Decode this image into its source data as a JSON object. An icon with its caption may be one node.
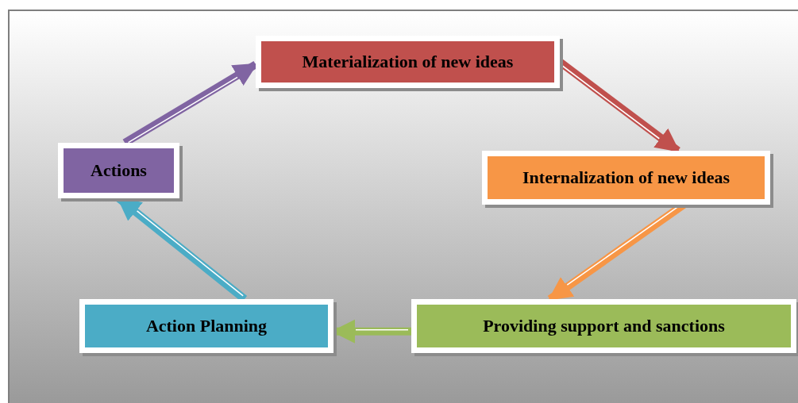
{
  "diagram": {
    "nodes": [
      {
        "text": [
          "Materialization of new ideas"
        ]
      },
      {
        "text": [
          "Internalization of new ideas"
        ]
      },
      {
        "text": [
          "Providing support and sanctions"
        ]
      },
      {
        "text": [
          "Action Planning"
        ]
      },
      {
        "text": [
          "Actions"
        ]
      }
    ],
    "edges": [
      {
        "from": 0,
        "to": 1,
        "arrow": "to",
        "color": "#c0504d"
      },
      {
        "from": 1,
        "to": 2,
        "arrow": "to",
        "color": "#f79646"
      },
      {
        "from": 2,
        "to": 3,
        "arrow": "to",
        "color": "#9bbb59"
      },
      {
        "from": 3,
        "to": 4,
        "arrow": "to",
        "color": "#4bacc6"
      },
      {
        "from": 4,
        "to": 0,
        "arrow": "to",
        "color": "#8064a2"
      }
    ]
  }
}
